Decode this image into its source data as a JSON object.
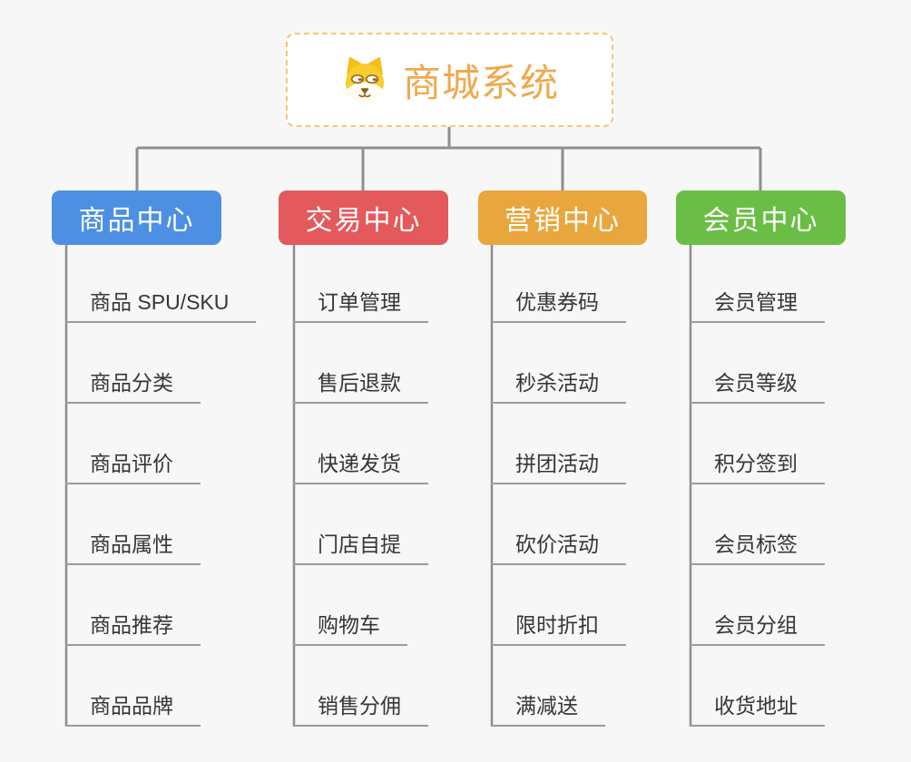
{
  "root": {
    "label": "商城系统",
    "icon": "doge-icon"
  },
  "branches": [
    {
      "label": "商品中心",
      "color": "#4D90E3",
      "children": [
        "商品 SPU/SKU",
        "商品分类",
        "商品评价",
        "商品属性",
        "商品推荐",
        "商品品牌"
      ]
    },
    {
      "label": "交易中心",
      "color": "#E4595C",
      "children": [
        "订单管理",
        "售后退款",
        "快递发货",
        "门店自提",
        "购物车",
        "销售分佣"
      ]
    },
    {
      "label": "营销中心",
      "color": "#E9A63C",
      "children": [
        "优惠券码",
        "秒杀活动",
        "拼团活动",
        "砍价活动",
        "限时折扣",
        "满减送"
      ]
    },
    {
      "label": "会员中心",
      "color": "#6BBE45",
      "children": [
        "会员管理",
        "会员等级",
        "积分签到",
        "会员标签",
        "会员分组",
        "收货地址"
      ]
    }
  ],
  "colors": {
    "background": "#F7F7F7",
    "connector": "#8E8E8E",
    "leaf_underline": "#9B9B9B",
    "leaf_text": "#35353A",
    "root_border": "#F7C672",
    "root_text": "#EFA94D",
    "branch_text": "#FFFFFF"
  }
}
